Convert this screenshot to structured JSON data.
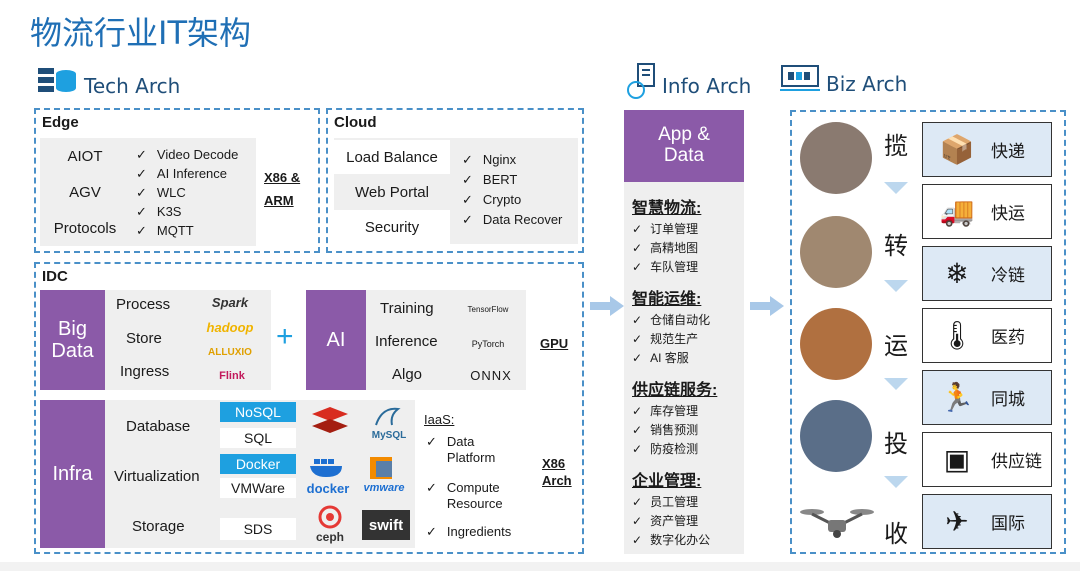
{
  "title": "物流行业IT架构",
  "tech_arch": {
    "label": "Tech Arch",
    "edge": {
      "label": "Edge",
      "items": [
        "AIOT",
        "AGV",
        "Protocols"
      ],
      "checks": [
        "Video Decode",
        "AI Inference",
        "WLC",
        "K3S",
        "MQTT"
      ],
      "platform_line1": "X86 &",
      "platform_line2": "ARM"
    },
    "cloud": {
      "label": "Cloud",
      "items": [
        "Load Balance",
        "Web Portal",
        "Security"
      ],
      "checks": [
        "Nginx",
        "BERT",
        "Crypto",
        "Data Recover"
      ]
    },
    "idc": {
      "label": "IDC",
      "bigdata": {
        "line1": "Big",
        "line2": "Data",
        "items": [
          "Process",
          "Store",
          "Ingress"
        ],
        "logos": [
          "Spark",
          "hadoop",
          "ALLUXIO",
          "Flink"
        ]
      },
      "plus": "+",
      "ai": {
        "label": "AI",
        "items": [
          "Training",
          "Inference",
          "Algo"
        ],
        "logos": [
          "TensorFlow",
          "PyTorch",
          "ONNX"
        ]
      },
      "gpu": "GPU",
      "infra": {
        "label": "Infra",
        "items": [
          "Database",
          "Virtualization",
          "Storage"
        ],
        "db_tags": [
          "NoSQL",
          "SQL"
        ],
        "virt_tags": [
          "Docker",
          "VMWare"
        ],
        "storage_tags": [
          "SDS"
        ],
        "logos": [
          "MySQL",
          "docker",
          "vmware",
          "ceph",
          "swift"
        ],
        "iaas_label": "IaaS:",
        "iaas_checks": [
          "Data Platform",
          "Compute Resource",
          "Ingredients"
        ],
        "platform_line1": "X86",
        "platform_line2": "Arch"
      }
    }
  },
  "info_arch": {
    "label": "Info Arch",
    "header_line1": "App &",
    "header_line2": "Data",
    "groups": [
      {
        "title": "智慧物流:",
        "items": [
          "订单管理",
          "高精地图",
          "车队管理"
        ]
      },
      {
        "title": "智能运维:",
        "items": [
          "仓储自动化",
          "规范生产",
          "AI 客服"
        ]
      },
      {
        "title": "供应链服务:",
        "items": [
          "库存管理",
          "销售预测",
          "防疫检测"
        ]
      },
      {
        "title": "企业管理:",
        "items": [
          "员工管理",
          "资产管理",
          "数字化办公"
        ]
      }
    ]
  },
  "biz_arch": {
    "label": "Biz Arch",
    "stages": [
      "揽",
      "转",
      "运",
      "投",
      "收"
    ],
    "services": [
      "快递",
      "快运",
      "冷链",
      "医药",
      "同城",
      "供应链",
      "国际"
    ]
  },
  "colors": {
    "title": "#1f6fb5",
    "purple": "#8b5aa8",
    "accent_blue": "#1ea0e0",
    "dash": "#4a90c8"
  }
}
